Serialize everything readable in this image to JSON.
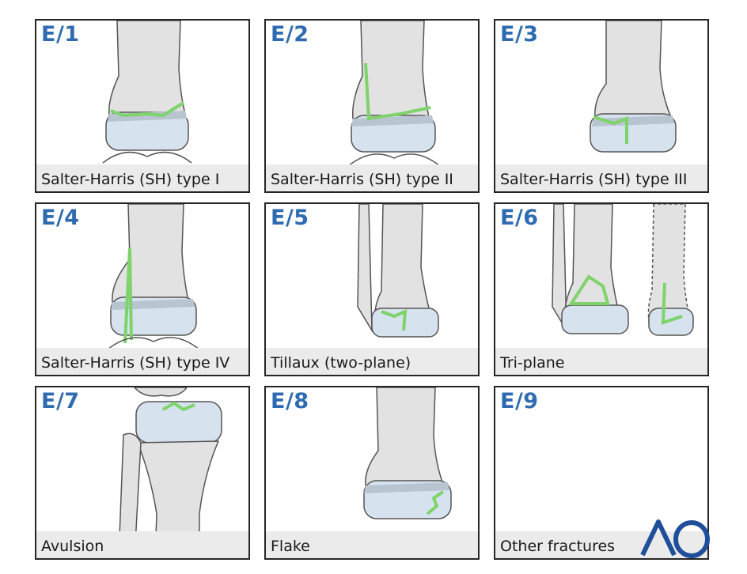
{
  "panels": [
    {
      "code": "E/1",
      "label": "Salter-Harris (SH) type I"
    },
    {
      "code": "E/2",
      "label": "Salter-Harris (SH) type II"
    },
    {
      "code": "E/3",
      "label": "Salter-Harris (SH) type III"
    },
    {
      "code": "E/4",
      "label": "Salter-Harris (SH) type IV"
    },
    {
      "code": "E/5",
      "label": "Tillaux (two-plane)"
    },
    {
      "code": "E/6",
      "label": "Tri-plane"
    },
    {
      "code": "E/7",
      "label": "Avulsion"
    },
    {
      "code": "E/8",
      "label": "Flake"
    },
    {
      "code": "E/9",
      "label": "Other fractures"
    }
  ],
  "logo_text": "AO",
  "colors": {
    "code_blue": "#2e6bb0",
    "fracture_green": "#7ed36a",
    "bone_gray": "#e2e2e2",
    "epiphysis_blue": "#d6e3ee",
    "label_bar": "#ebebeb",
    "logo_blue": "#1f4f9a"
  }
}
